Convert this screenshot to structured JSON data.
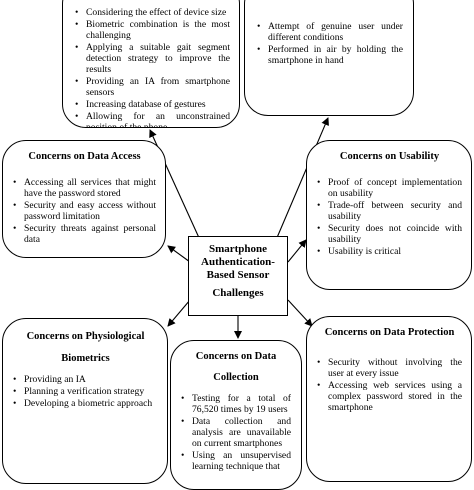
{
  "center": {
    "title": "Smartphone Authentication-Based Sensor",
    "subtitle": "Challenges"
  },
  "boxes": {
    "top_left": {
      "title": "",
      "items": [
        "Considering the effect of device size",
        "Biometric combination is the most challenging",
        "Applying a suitable gait segment detection strategy to improve the results",
        "Providing an IA from smartphone sensors",
        "Increasing database of gestures",
        "Allowing for an unconstrained position of the phone"
      ]
    },
    "top_right": {
      "title": "",
      "items": [
        "Attempt of genuine user under different conditions",
        "Performed in air by holding the smartphone in hand"
      ]
    },
    "data_access": {
      "title": "Concerns on Data Access",
      "items": [
        "Accessing all services that might have the password stored",
        "Security and easy access without password limitation",
        "Security threats against personal data"
      ]
    },
    "usability": {
      "title": "Concerns on Usability",
      "items": [
        "Proof of concept implementation on usability",
        "Trade-off between security and usability",
        "Security does not coincide with usability",
        "Usability is critical"
      ]
    },
    "physiological": {
      "title_line1": "Concerns on Physiological",
      "title_line2": "Biometrics",
      "items": [
        "Providing an IA",
        "Planning a verification strategy",
        "Developing a biometric approach"
      ]
    },
    "data_collection": {
      "title_line1": "Concerns on Data",
      "title_line2": "Collection",
      "items": [
        "Testing for a total of 76,520 times by 19 users",
        "Data collection and analysis are unavailable on current smartphones",
        "Using an unsupervised learning technique that"
      ]
    },
    "data_protection": {
      "title": "Concerns on Data Protection",
      "items": [
        "Security without involving the user at every issue",
        "Accessing web services using a complex password stored in the smartphone"
      ]
    }
  }
}
